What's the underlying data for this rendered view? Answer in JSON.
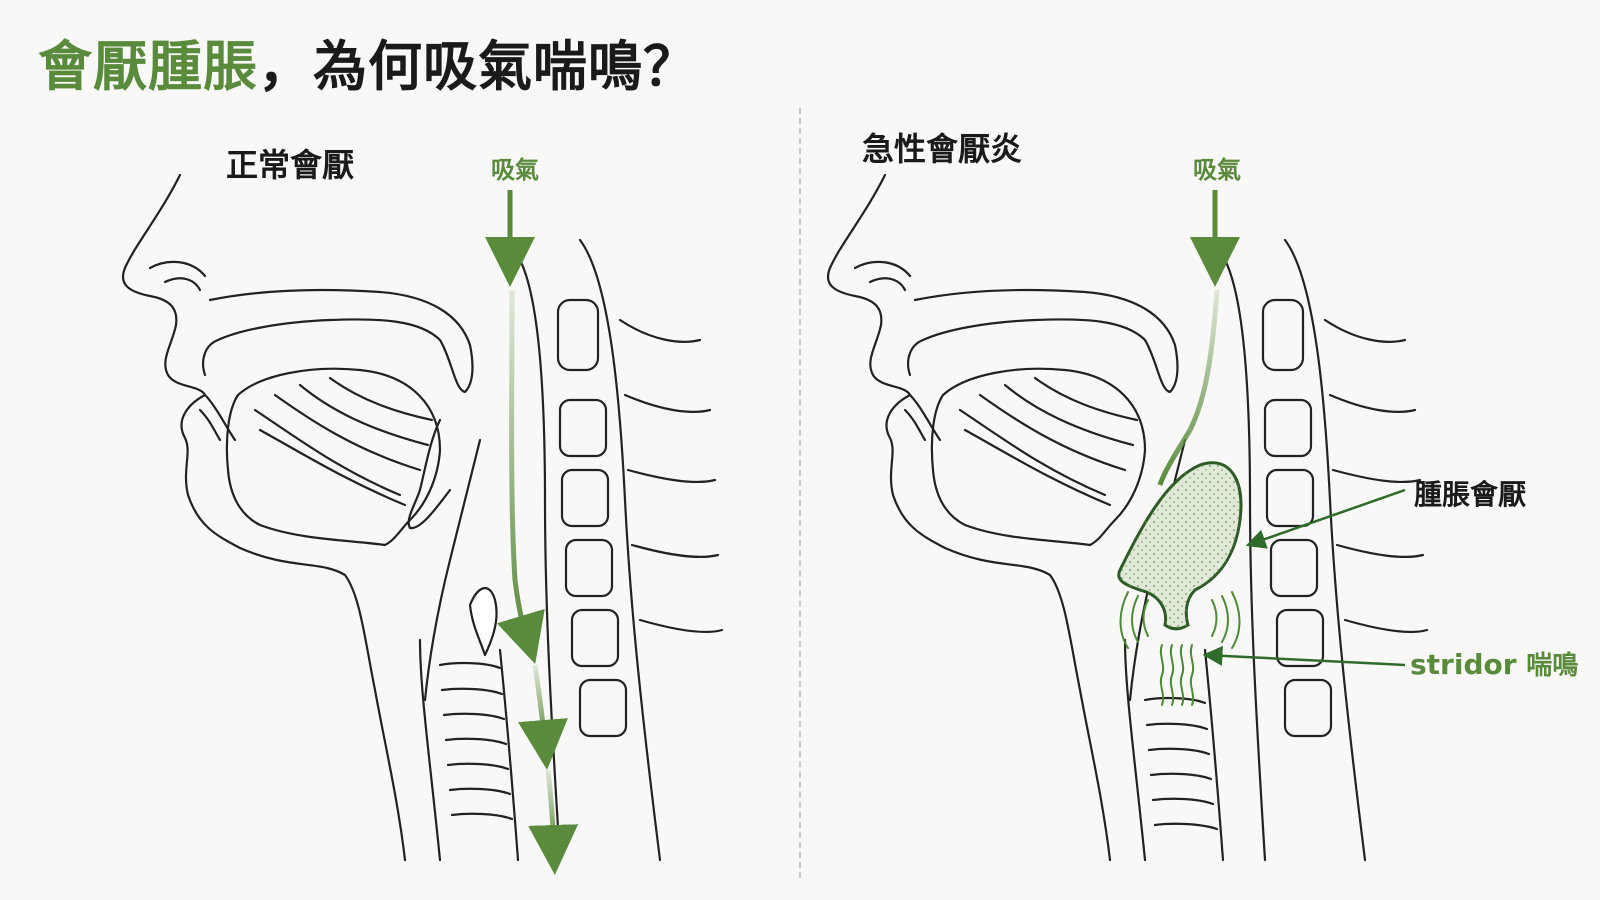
{
  "title": {
    "highlight": "會厭腫脹",
    "rest": "，為何吸氣喘鳴？"
  },
  "panels": {
    "normal": {
      "title": "正常會厭",
      "inhale_label": "吸氣"
    },
    "inflamed": {
      "title": "急性會厭炎",
      "inhale_label": "吸氣",
      "callout_swollen": "腫脹會厭",
      "callout_stridor_en": "stridor",
      "callout_stridor_zh": "喘鳴"
    }
  },
  "colors": {
    "accent_green": "#5a8a3c",
    "dark_green": "#2f6b2a",
    "ink": "#1a1a1a",
    "background": "#f8f8f6"
  }
}
